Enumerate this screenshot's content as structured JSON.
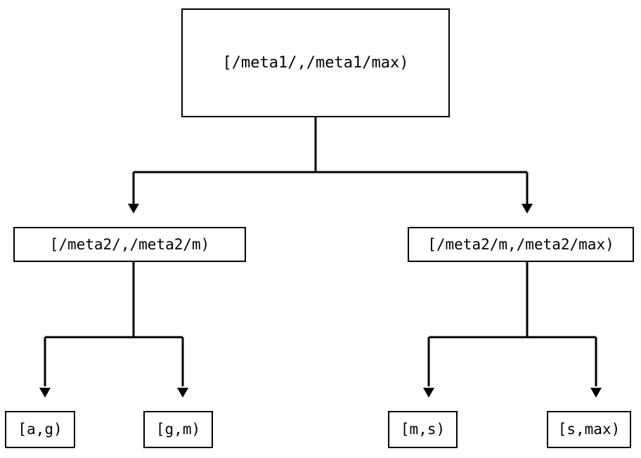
{
  "diagram": {
    "type": "interval-partition-tree",
    "orientation": "top-down",
    "background_color": "#ffffff",
    "line_color": "#000000",
    "text_color": "#000000",
    "root": {
      "label": "[/meta1/,/meta1/max)"
    },
    "level2": [
      {
        "label": "[/meta2/,/meta2/m)"
      },
      {
        "label": "[/meta2/m,/meta2/max)"
      }
    ],
    "leaves": [
      {
        "label": "[a,g)"
      },
      {
        "label": "[g,m)"
      },
      {
        "label": "[m,s)"
      },
      {
        "label": "[s,max)"
      }
    ],
    "edges": [
      {
        "name": "root-to-mid-left",
        "arrowhead": "filled-triangle-down"
      },
      {
        "name": "root-to-mid-right",
        "arrowhead": "filled-triangle-down"
      },
      {
        "name": "mid-left-to-leaf-a-g",
        "arrowhead": "filled-triangle-down"
      },
      {
        "name": "mid-left-to-leaf-g-m",
        "arrowhead": "filled-triangle-down"
      },
      {
        "name": "mid-right-to-leaf-m-s",
        "arrowhead": "filled-triangle-down"
      },
      {
        "name": "mid-right-to-leaf-s-max",
        "arrowhead": "filled-triangle-down"
      }
    ]
  }
}
